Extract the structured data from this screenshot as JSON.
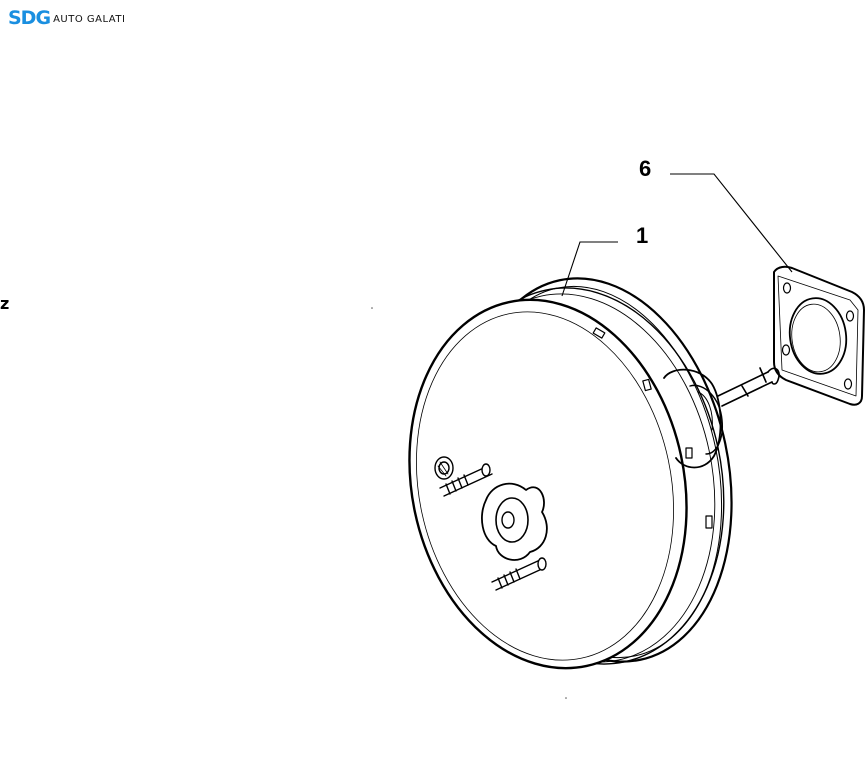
{
  "brand": {
    "mark": "SDG",
    "name": "AUTO GALATI",
    "mark_color": "#1a8fe0"
  },
  "callouts": [
    {
      "label": "1",
      "part": "brake-booster"
    },
    {
      "label": "6",
      "part": "gasket"
    }
  ],
  "edge_mark": "z"
}
